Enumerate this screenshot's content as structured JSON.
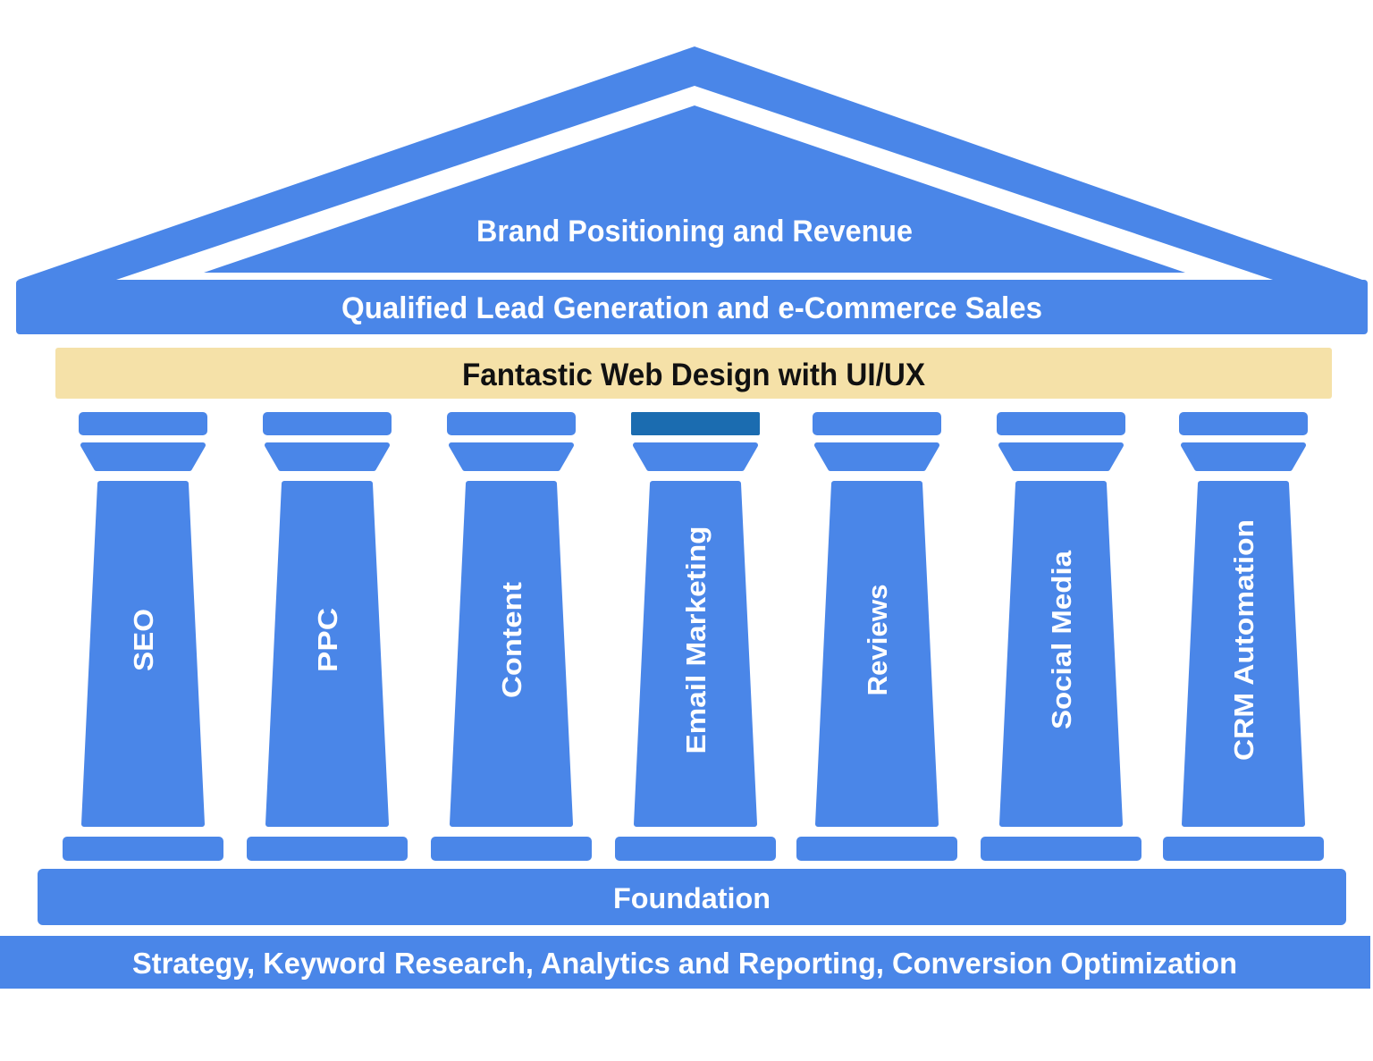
{
  "diagram": {
    "pediment": {
      "top_label": "Brand Positioning and Revenue",
      "architrave_label": "Qualified Lead Generation and e-Commerce Sales"
    },
    "entablature": {
      "label": "Fantastic Web Design with UI/UX"
    },
    "pillars": [
      {
        "label": "SEO"
      },
      {
        "label": "PPC"
      },
      {
        "label": "Content"
      },
      {
        "label": "Email Marketing",
        "highlight_cap": true
      },
      {
        "label": "Reviews"
      },
      {
        "label": "Social Media"
      },
      {
        "label": "CRM Automation"
      }
    ],
    "foundation": {
      "label": "Foundation"
    },
    "base_strip": {
      "label": "Strategy, Keyword Research, Analytics and Reporting, Conversion Optimization"
    },
    "colors": {
      "primary_blue": "#4a86e8",
      "highlight_dark_blue": "#1b6cb0",
      "tan": "#f5e1a8",
      "text_light": "#ffffff",
      "text_dark": "#111111",
      "background": "#ffffff"
    }
  }
}
